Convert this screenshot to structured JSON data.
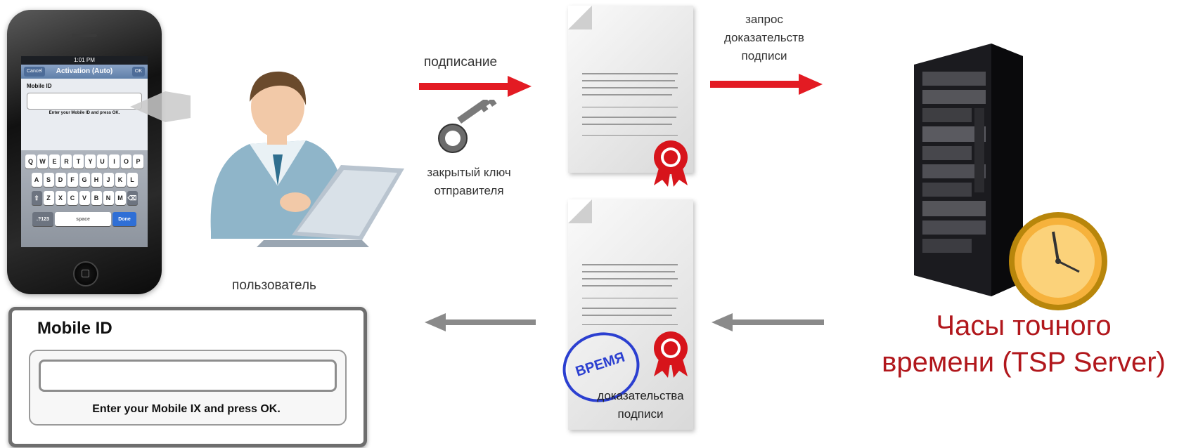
{
  "phone": {
    "status_time": "1:01 PM",
    "nav_title": "Activation (Auto)",
    "nav_left": "Cancel",
    "nav_right": "OK",
    "field_label": "Mobile ID",
    "hint": "Enter your Mobile ID and press OK.",
    "keyboard": {
      "row1": [
        "Q",
        "W",
        "E",
        "R",
        "T",
        "Y",
        "U",
        "I",
        "O",
        "P"
      ],
      "row2": [
        "A",
        "S",
        "D",
        "F",
        "G",
        "H",
        "J",
        "K",
        "L"
      ],
      "row3": [
        "Z",
        "X",
        "C",
        "V",
        "B",
        "N",
        "M"
      ],
      "key_123": ".?123",
      "key_space": "space",
      "key_done": "Done"
    }
  },
  "zoom_panel": {
    "title": "Mobile ID",
    "hint": "Enter your Mobile IX and press OK."
  },
  "labels": {
    "user": "пользователь",
    "signing": "подписание",
    "private_key_line1": "закрытый ключ",
    "private_key_line2": "отправителя",
    "request_line1": "запрос",
    "request_line2": "доказательств",
    "request_line3": "подписи",
    "stamp": "ВРЕМЯ",
    "proof_line1": "доказательства",
    "proof_line2": "подписи",
    "tsp_line1": "Часы точного",
    "tsp_line2": "времени (TSP Server)"
  },
  "colors": {
    "red_arrow": "#e31b23",
    "gray_arrow": "#8a8a8a",
    "tsp_text": "#b1171c",
    "stamp_blue": "#2b3fd0",
    "seal_red": "#d7141b"
  }
}
